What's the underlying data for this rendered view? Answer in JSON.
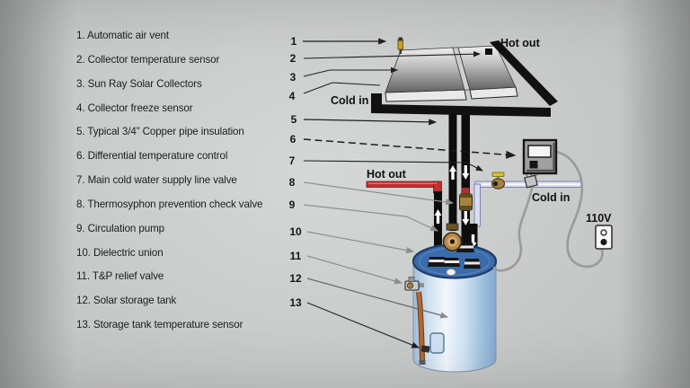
{
  "legend": {
    "items": [
      "1. Automatic air vent",
      "2. Collector temperature sensor",
      "3. Sun Ray Solar Collectors",
      "4. Collector freeze sensor",
      "5. Typical 3/4” Copper pipe insulation",
      "6. Differential temperature control",
      "7. Main cold water supply line valve",
      "8. Thermosyphon prevention check valve",
      "9. Circulation pump",
      "10. Dielectric union",
      "11. T&P relief valve",
      "12. Solar storage tank",
      "13. Storage tank temperature sensor"
    ]
  },
  "diagram": {
    "callouts": [
      "1",
      "2",
      "3",
      "4",
      "5",
      "6",
      "7",
      "8",
      "9",
      "10",
      "11",
      "12",
      "13"
    ],
    "labels": {
      "hot_out_top": "Hot out",
      "cold_in_top": "Cold in",
      "hot_out_tank": "Hot out",
      "cold_in_supply": "Cold in",
      "outlet_voltage": "110V"
    },
    "icons": [
      "air-vent-icon",
      "collector-temp-sensor-icon",
      "check-valve-icon",
      "circulation-pump-icon",
      "cold-supply-valve-icon",
      "pipe-sensor-clamp-icon",
      "tp-relief-valve-icon",
      "power-outlet-icon"
    ]
  },
  "colors": {
    "hot_pipe": "#c03030",
    "cold_pipe": "#dadef2",
    "insulated_pipe": "#0d0d0d",
    "tank_top": "#3a6cab",
    "pump_brass": "#b3874a",
    "copper": "#b06a33",
    "valve_handle": "#d9c12c",
    "cable": "#9a9a9a",
    "background": "#cbcdcd"
  }
}
